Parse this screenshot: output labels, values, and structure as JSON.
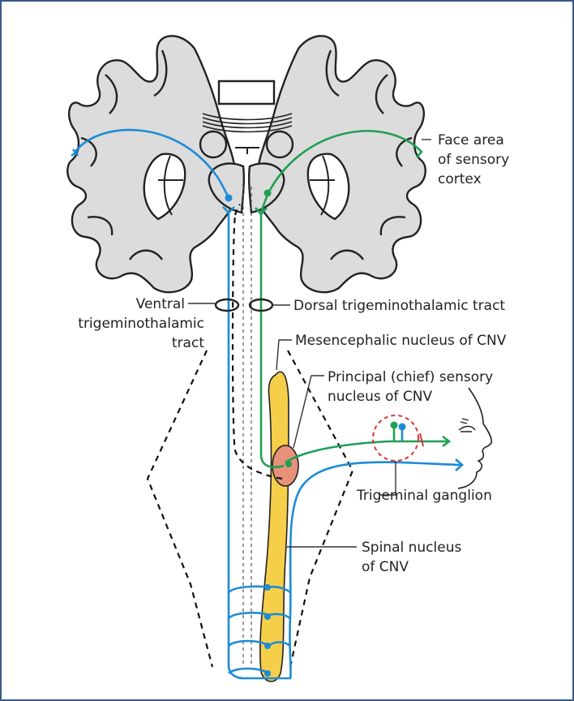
{
  "labels": {
    "face_area": [
      "Face area",
      "of sensory",
      "cortex"
    ],
    "ventral_tract": [
      "Ventral",
      "trigeminothalamic",
      "tract"
    ],
    "dorsal_tract": "Dorsal trigeminothalamic tract",
    "mesencephalic": "Mesencephalic nucleus of CNV",
    "principal": [
      "Principal (chief) sensory",
      "nucleus of CNV"
    ],
    "ganglion": "Trigeminal ganglion",
    "spinal": [
      "Spinal nucleus",
      "of CNV"
    ]
  },
  "colors": {
    "ventral_pathway": "#1d8bd6",
    "dorsal_pathway": "#1fa055",
    "spinal_nucleus": "#f5cf4a",
    "principal_nucleus": "#e8917a",
    "ganglion_circle": "#d9343a",
    "brain_fill": "#dcdcdc"
  }
}
